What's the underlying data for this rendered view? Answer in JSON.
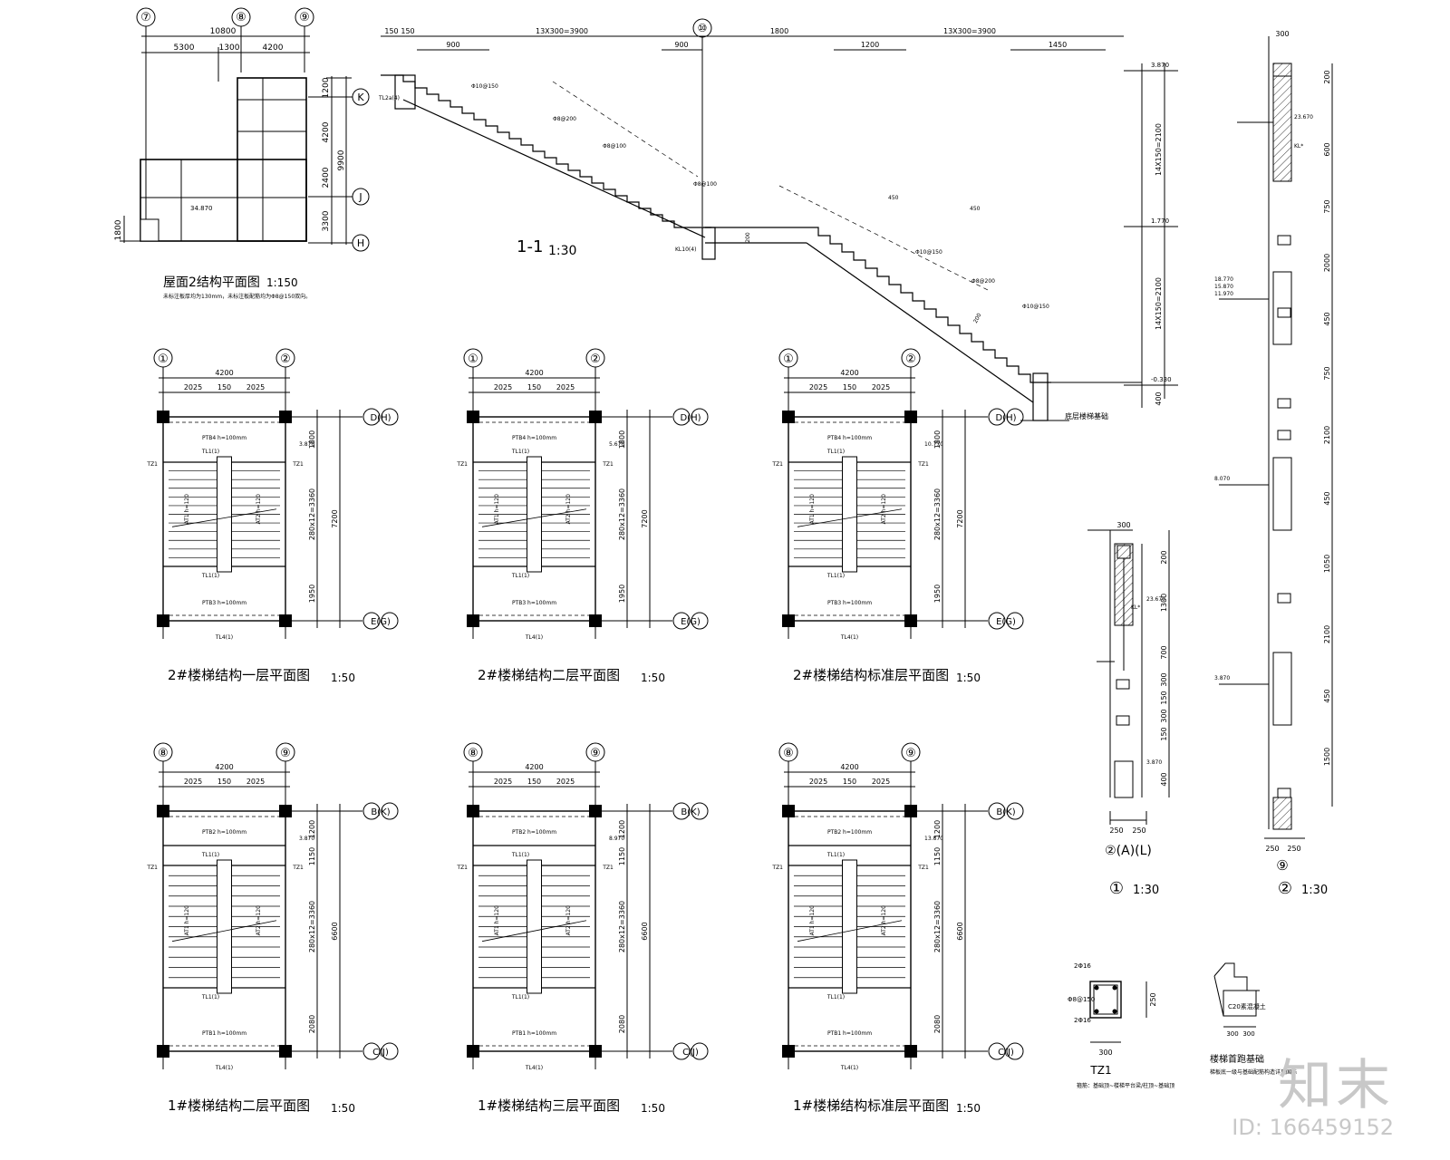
{
  "roof_plan": {
    "axes_top": [
      "⑦",
      "⑧",
      "⑨"
    ],
    "dim_total": "10800",
    "dims": [
      "5300",
      "1300",
      "4200"
    ],
    "axes_right": [
      "K",
      "J",
      "H"
    ],
    "dims_right": [
      "1200",
      "4200",
      "2400",
      "3300"
    ],
    "dim_total_right": "9900",
    "dim_left": "1800",
    "elev": "34.870",
    "title": "屋面2结构平面图",
    "scale": "1:150",
    "note": "未标注板厚均为130mm，未标注板配筋均为Φ8@150双向。"
  },
  "section": {
    "title": "1-1",
    "scale": "1:30",
    "axis": "⑩",
    "top_dims": [
      "150",
      "150",
      "13X300=3900",
      "1800",
      "13X300=3900"
    ],
    "sub_dims": [
      "900",
      "900",
      "1200",
      "1450"
    ],
    "elevs": [
      "3.870",
      "1.770",
      "-0.330"
    ],
    "side_dims": [
      "14X150=2100",
      "14X150=2100",
      "400"
    ],
    "rebar_labels": [
      "Φ10@150",
      "Φ8@200",
      "Φ8@100",
      "Φ8@100",
      "Φ10@150",
      "Φ8@200",
      "Φ10@150"
    ],
    "beam_labels": [
      "TL2a(4)",
      "KL10(4)"
    ],
    "slab_labels": [
      "450",
      "450",
      "200",
      "200"
    ],
    "ground_note": "底层楼梯基础"
  },
  "plans_row1": [
    {
      "axes": [
        "①",
        "②"
      ],
      "axes_right": [
        "D(H)",
        "E(G)"
      ],
      "title": "2#楼梯结构一层平面图",
      "scale": "1:50",
      "slab_top": "PTB4 h=100mm",
      "slab_bot": "PTB3 h=100mm",
      "elev": "3.870"
    },
    {
      "axes": [
        "①",
        "②"
      ],
      "axes_right": [
        "D(H)",
        "E(G)"
      ],
      "title": "2#楼梯结构二层平面图",
      "scale": "1:50",
      "slab_top": "PTB4 h=100mm",
      "slab_bot": "PTB3 h=100mm",
      "elev": "5.670"
    },
    {
      "axes": [
        "①",
        "②"
      ],
      "axes_right": [
        "D(H)",
        "E(G)"
      ],
      "title": "2#楼梯结构标准层平面图",
      "scale": "1:50",
      "slab_top": "PTB4 h=100mm",
      "slab_bot": "PTB3 h=100mm",
      "elev": "10.770"
    }
  ],
  "plans_row2": [
    {
      "axes": [
        "⑧",
        "⑨"
      ],
      "axes_right": [
        "B(K)",
        "C(J)"
      ],
      "title": "1#楼梯结构二层平面图",
      "scale": "1:50",
      "slab_top": "PTB2 h=100mm",
      "slab_bot": "PTB1 h=100mm",
      "elev": "3.870"
    },
    {
      "axes": [
        "⑧",
        "⑨"
      ],
      "axes_right": [
        "B(K)",
        "C(J)"
      ],
      "title": "1#楼梯结构三层平面图",
      "scale": "1:50",
      "slab_top": "PTB2 h=100mm",
      "slab_bot": "PTB1 h=100mm",
      "elev": "8.970"
    },
    {
      "axes": [
        "⑧",
        "⑨"
      ],
      "axes_right": [
        "B(K)",
        "C(J)"
      ],
      "title": "1#楼梯结构标准层平面图",
      "scale": "1:50",
      "slab_top": "PTB2 h=100mm",
      "slab_bot": "PTB1 h=100mm",
      "elev": "13.870"
    }
  ],
  "plan_dims": {
    "width": "4200",
    "splits": [
      "2025",
      "150",
      "2025"
    ],
    "row1_right": [
      "1800",
      "280x12=3360",
      "1950"
    ],
    "row1_total": "7200",
    "row2_right": [
      "1200",
      "1150",
      "280x12=3360",
      "2080"
    ],
    "row2_total": "6600",
    "flight_a": "AT1 h=120",
    "flight_b": "AT2 h=120",
    "beam_tl": "TL1(1)",
    "col": "TZ1",
    "beam_tl4": "TL4(1)"
  },
  "detail1": {
    "label": "①",
    "scale": "1:30",
    "axes": "②(A)(L)",
    "width": "300",
    "dims_bottom": [
      "250",
      "250"
    ],
    "dims_side": [
      "200",
      "1300",
      "700",
      "300",
      "150",
      "300",
      "150",
      "400"
    ],
    "elevs": [
      "23.670",
      "3.870"
    ],
    "beam": "KL*"
  },
  "detail2": {
    "label": "②",
    "scale": "1:30",
    "axis": "⑨",
    "width": "300",
    "dims_bottom": [
      "250",
      "250"
    ],
    "dims_side": [
      "200",
      "600",
      "750",
      "2000",
      "450",
      "750",
      "2100",
      "450",
      "1050",
      "2100",
      "450",
      "1500"
    ],
    "elevs": [
      "23.670",
      "18.770",
      "15.870",
      "11.970",
      "8.070",
      "3.870"
    ],
    "beam": "KL*"
  },
  "tz1": {
    "name": "TZ1",
    "dim_w": "300",
    "dim_h": "250",
    "rebar": [
      "2Φ16",
      "2Φ16",
      "Φ8@150"
    ],
    "note": "箍筋：基础顶~楼梯平台梁/柱顶~基础顶"
  },
  "foundation": {
    "title": "楼梯首跑基础",
    "label": "C20素混凝土",
    "dims": [
      "300",
      "300"
    ],
    "note": "梯板底一级与基础配筋构造详见国标"
  },
  "watermark": {
    "logo": "知末",
    "id": "ID: 166459152"
  }
}
